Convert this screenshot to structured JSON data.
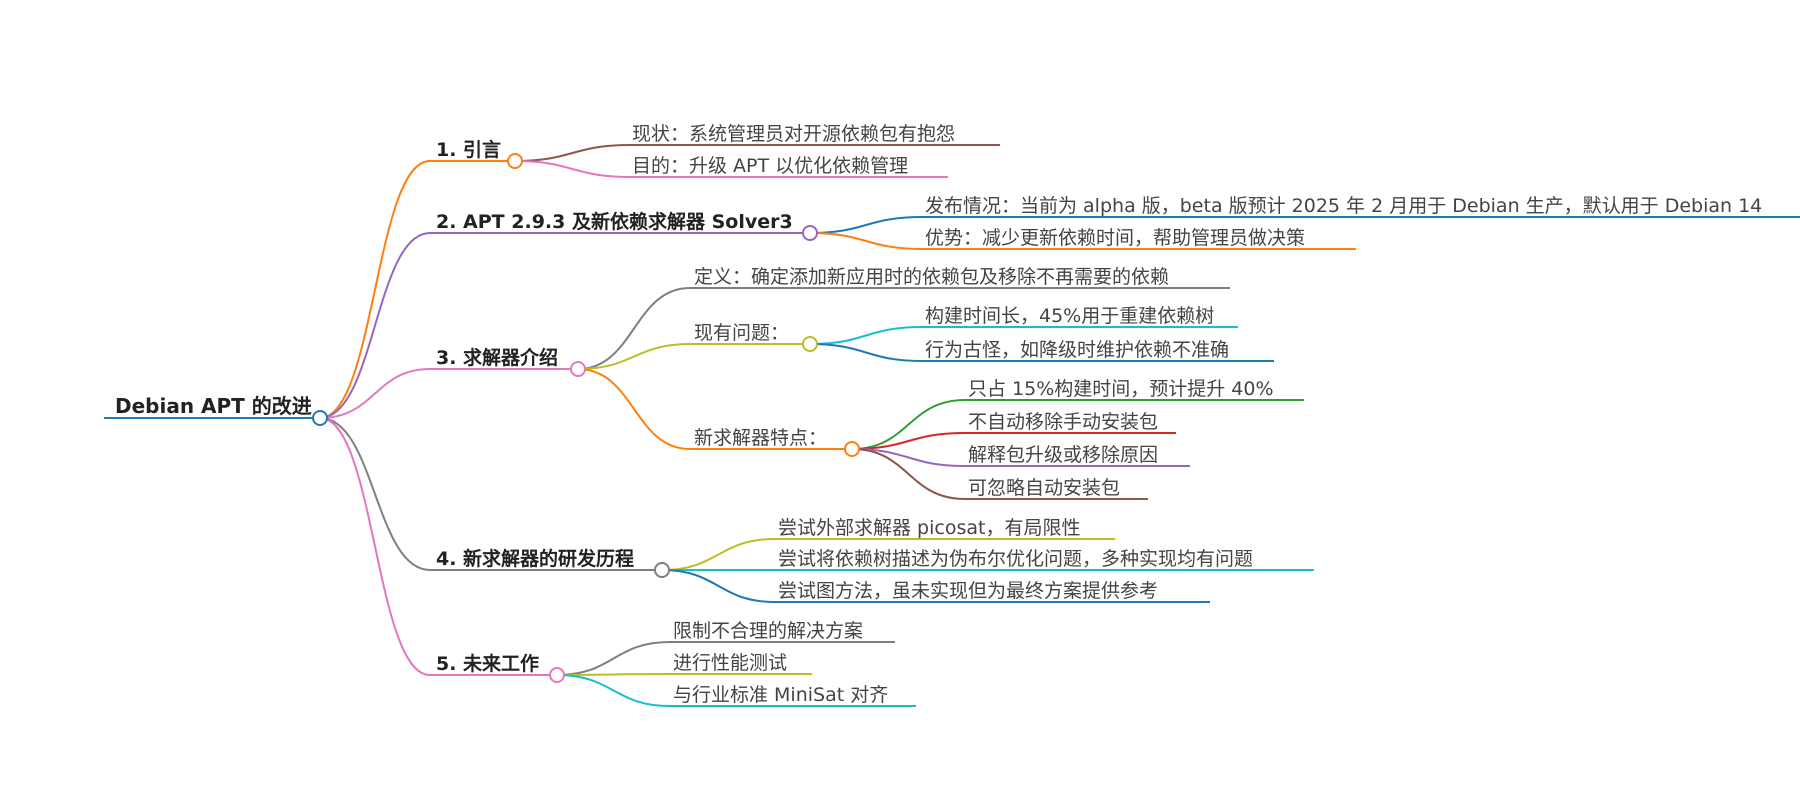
{
  "root": {
    "label": "Debian APT 的改进",
    "color": "#1f78b4",
    "children": [
      {
        "label": "1. 引言",
        "color": "#ff7f0e",
        "children": [
          {
            "label": "现状：系统管理员对开源依赖包有抱怨",
            "color": "#8c564b"
          },
          {
            "label": "目的：升级 APT 以优化依赖管理",
            "color": "#e377c2"
          }
        ]
      },
      {
        "label": "2. APT 2.9.3 及新依赖求解器 Solver3",
        "color": "#9467bd",
        "children": [
          {
            "label": "发布情况：当前为 alpha 版，beta 版预计 2025 年 2 月用于 Debian 生产，默认用于 Debian 14",
            "color": "#1f78b4"
          },
          {
            "label": "优势：减少更新依赖时间，帮助管理员做决策",
            "color": "#ff7f0e"
          }
        ]
      },
      {
        "label": "3. 求解器介绍",
        "color": "#e377c2",
        "children": [
          {
            "label": "定义：确定添加新应用时的依赖包及移除不再需要的依赖",
            "color": "#7f7f7f"
          },
          {
            "label": "现有问题：",
            "color": "#bcbd22",
            "children": [
              {
                "label": "构建时间长，45%用于重建依赖树",
                "color": "#17becf"
              },
              {
                "label": "行为古怪，如降级时维护依赖不准确",
                "color": "#1f78b4"
              }
            ]
          },
          {
            "label": "新求解器特点：",
            "color": "#ff7f0e",
            "children": [
              {
                "label": "只占 15%构建时间，预计提升 40%",
                "color": "#2ca02c"
              },
              {
                "label": "不自动移除手动安装包",
                "color": "#d62728"
              },
              {
                "label": "解释包升级或移除原因",
                "color": "#9467bd"
              },
              {
                "label": "可忽略自动安装包",
                "color": "#8c564b"
              }
            ]
          }
        ]
      },
      {
        "label": "4. 新求解器的研发历程",
        "color": "#7f7f7f",
        "children": [
          {
            "label": "尝试外部求解器 picosat，有局限性",
            "color": "#bcbd22"
          },
          {
            "label": "尝试将依赖树描述为伪布尔优化问题，多种实现均有问题",
            "color": "#17becf"
          },
          {
            "label": "尝试图方法，虽未实现但为最终方案提供参考",
            "color": "#1f78b4"
          }
        ]
      },
      {
        "label": "5. 未来工作",
        "color": "#e377c2",
        "children": [
          {
            "label": "限制不合理的解决方案",
            "color": "#7f7f7f"
          },
          {
            "label": "进行性能测试",
            "color": "#bcbd22"
          },
          {
            "label": "与行业标准 MiniSat 对齐",
            "color": "#17becf"
          }
        ]
      }
    ]
  }
}
